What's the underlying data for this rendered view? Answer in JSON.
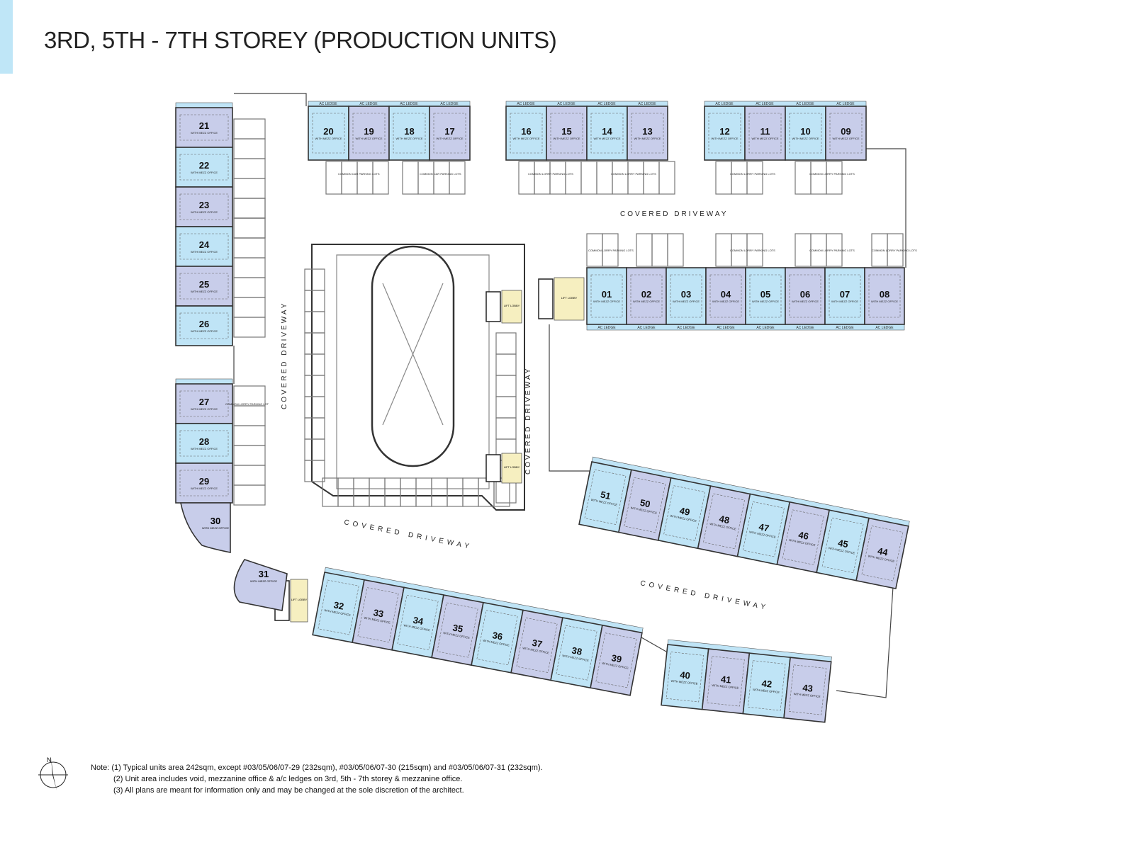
{
  "title": "3RD, 5TH - 7TH STOREY (PRODUCTION UNITS)",
  "unit_sublabel": "WITH MEZZ OFFICE",
  "colors": {
    "accent": "#bfe6f7",
    "unit_blue": "#bfe4f6",
    "unit_lavender": "#c8cdea",
    "lift_lobby": "#f6efc0",
    "wall": "#333333"
  },
  "units": {
    "left_column": [
      "21",
      "22",
      "23",
      "24",
      "25",
      "26"
    ],
    "left_lower": [
      "27",
      "28",
      "29"
    ],
    "curve": [
      "30",
      "31"
    ],
    "top_row_a": [
      "20",
      "19",
      "18",
      "17"
    ],
    "top_row_b": [
      "16",
      "15",
      "14",
      "13"
    ],
    "top_row_c": [
      "12",
      "11",
      "10",
      "09"
    ],
    "middle_row": [
      "01",
      "02",
      "03",
      "04",
      "05",
      "06",
      "07",
      "08"
    ],
    "diagonal_upper": [
      "51",
      "50",
      "49",
      "48",
      "47",
      "46",
      "45",
      "44"
    ],
    "diagonal_lower": [
      "32",
      "33",
      "34",
      "35",
      "36",
      "37",
      "38",
      "39"
    ],
    "bottom_right": [
      "40",
      "41",
      "42",
      "43"
    ]
  },
  "labels": {
    "driveway": "COVERED DRIVEWAY",
    "lift_lobby": "LIFT LOBBY",
    "lorry_parking": "COMMON LORRY PARKING LOTS",
    "lorry_parking_single": "COMMON LORRY PARKING LOT",
    "car_parking": "COMMON CAR PARKING LOTS",
    "ac_ledge": "AC LEDGE",
    "north": "N"
  },
  "notes": {
    "prefix": "Note:",
    "items": [
      "(1) Typical units area 242sqm, except #03/05/06/07-29 (232sqm), #03/05/06/07-30 (215sqm) and #03/05/06/07-31 (232sqm).",
      "(2) Unit area includes void, mezzanine office & a/c ledges on 3rd, 5th - 7th storey & mezzanine office.",
      "(3) All plans are meant for information only and may be changed at the sole discretion of the architect."
    ]
  }
}
